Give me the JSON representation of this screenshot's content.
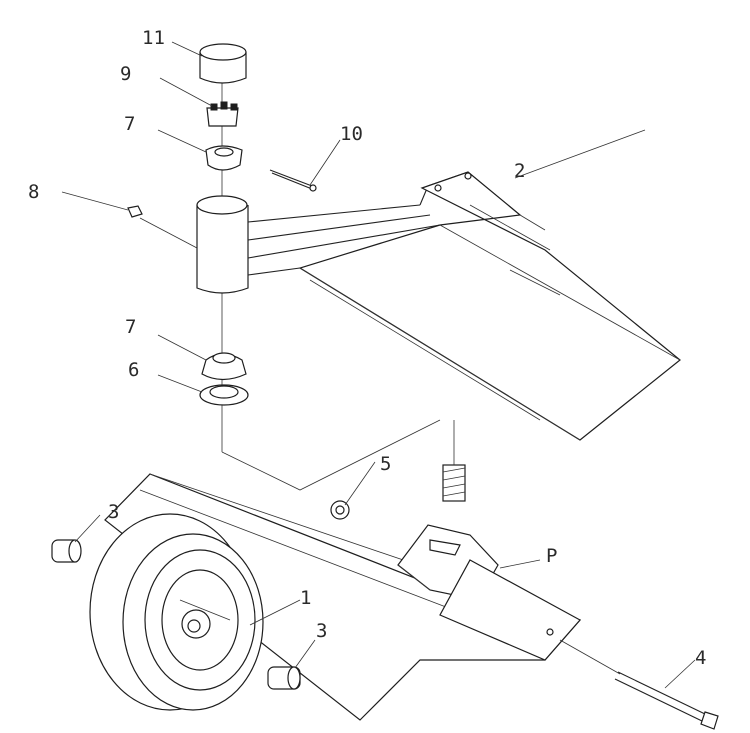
{
  "diagram": {
    "callouts": [
      {
        "id": "11",
        "label": "11"
      },
      {
        "id": "9",
        "label": "9"
      },
      {
        "id": "7a",
        "label": "7"
      },
      {
        "id": "10",
        "label": "10"
      },
      {
        "id": "8",
        "label": "8"
      },
      {
        "id": "2",
        "label": "2"
      },
      {
        "id": "7b",
        "label": "7"
      },
      {
        "id": "6",
        "label": "6"
      },
      {
        "id": "5",
        "label": "5"
      },
      {
        "id": "3a",
        "label": "3"
      },
      {
        "id": "P",
        "label": "P"
      },
      {
        "id": "1a",
        "label": "1"
      },
      {
        "id": "3b",
        "label": "3"
      },
      {
        "id": "4",
        "label": "4"
      }
    ]
  }
}
